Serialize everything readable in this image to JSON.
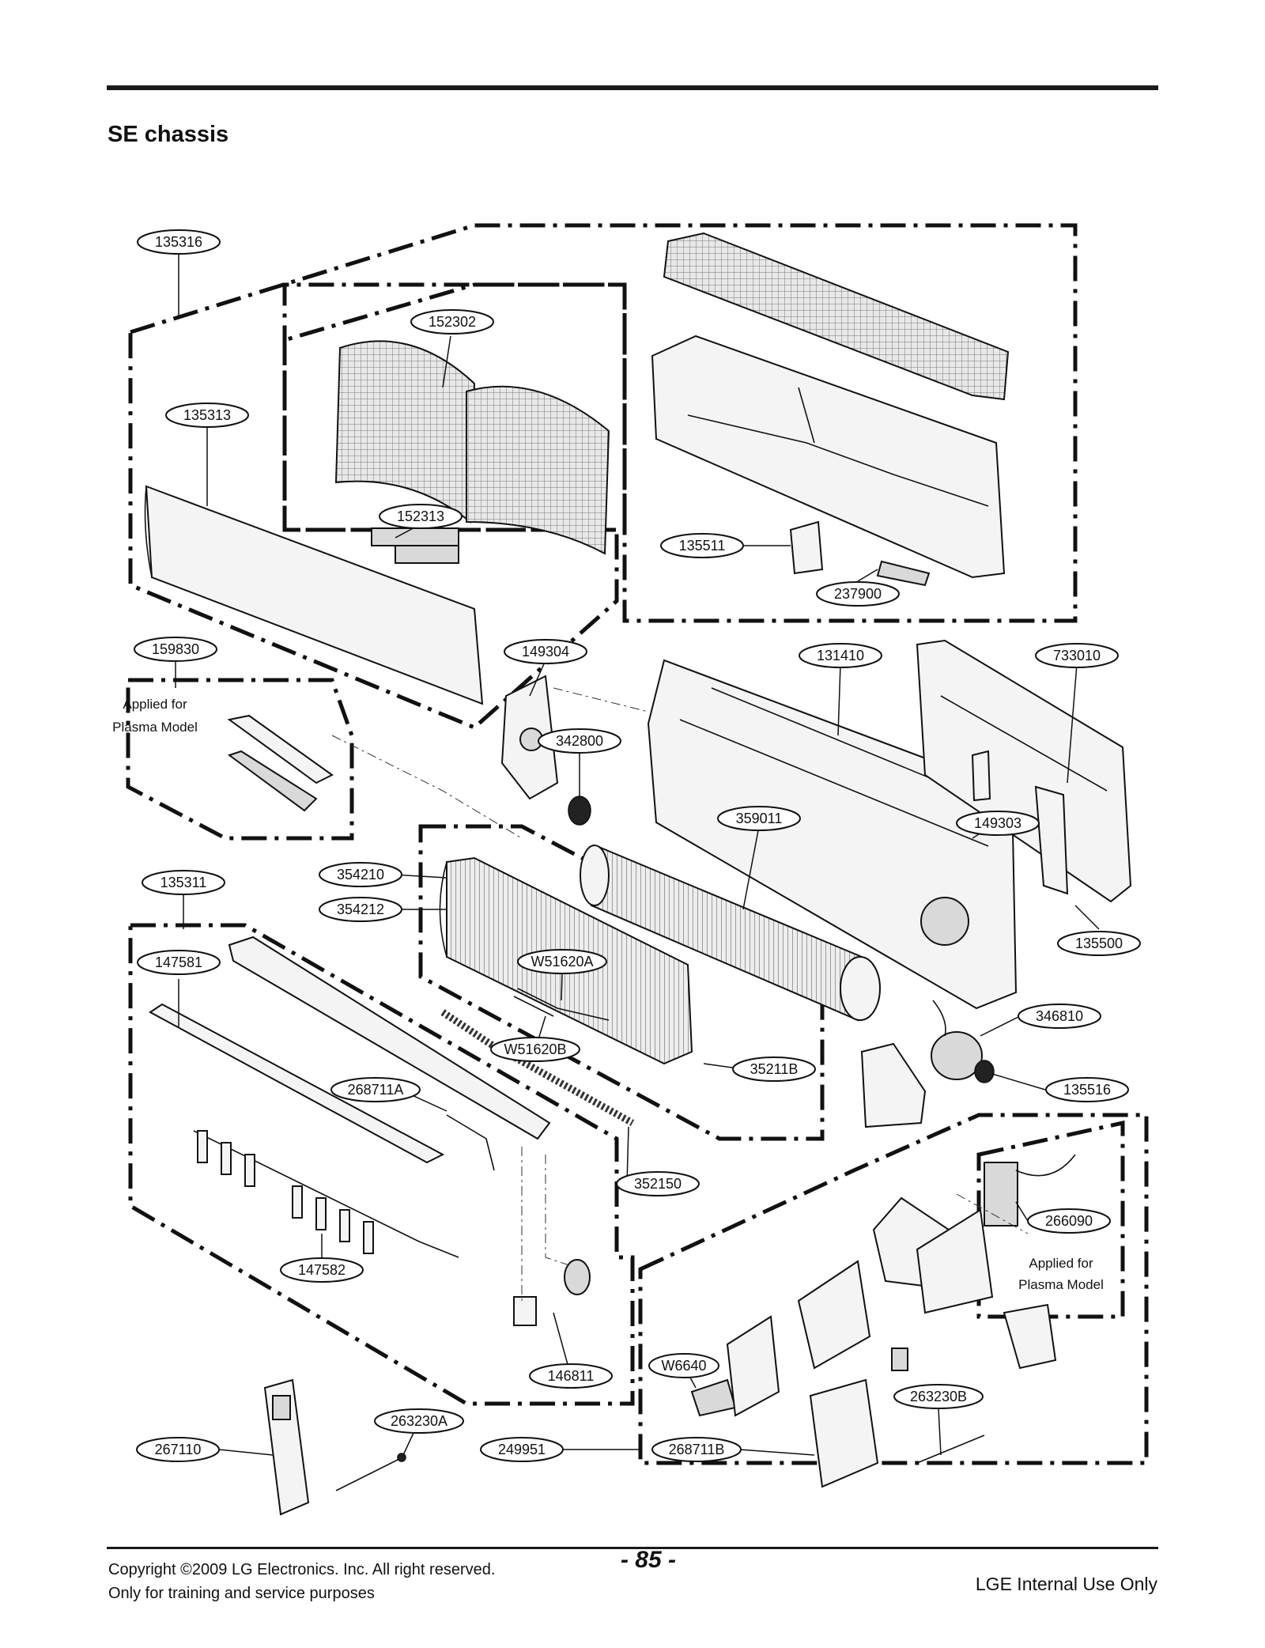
{
  "header": {
    "title": "SE chassis"
  },
  "callouts": {
    "p135316": "135316",
    "p152302": "152302",
    "p135313": "135313",
    "p152313": "152313",
    "p135511": "135511",
    "p237900": "237900",
    "p159830": "159830",
    "p149304": "149304",
    "p131410": "131410",
    "p733010": "733010",
    "p342800": "342800",
    "p359011": "359011",
    "p149303": "149303",
    "p135311": "135311",
    "p354210": "354210",
    "p354212": "354212",
    "p135500": "135500",
    "p147581": "147581",
    "pW51620A": "W51620A",
    "p346810": "346810",
    "pW51620B": "W51620B",
    "p35211B": "35211B",
    "p268711A": "268711A",
    "p135516": "135516",
    "p352150": "352150",
    "p266090": "266090",
    "p147582": "147582",
    "p146811": "146811",
    "pW6640": "W6640",
    "p263230B": "263230B",
    "p263230A": "263230A",
    "p268711B": "268711B",
    "p267110": "267110",
    "p249951": "249951"
  },
  "notes": {
    "plasma_left_1": "Applied for",
    "plasma_left_2": "Plasma Model",
    "plasma_right_1": "Applied for",
    "plasma_right_2": "Plasma Model"
  },
  "footer": {
    "copyright": "Copyright ©2009 LG Electronics. Inc. All right reserved.",
    "training": "Only for training and service purposes",
    "page_number": "- 85 -",
    "internal": "LGE Internal Use Only"
  }
}
